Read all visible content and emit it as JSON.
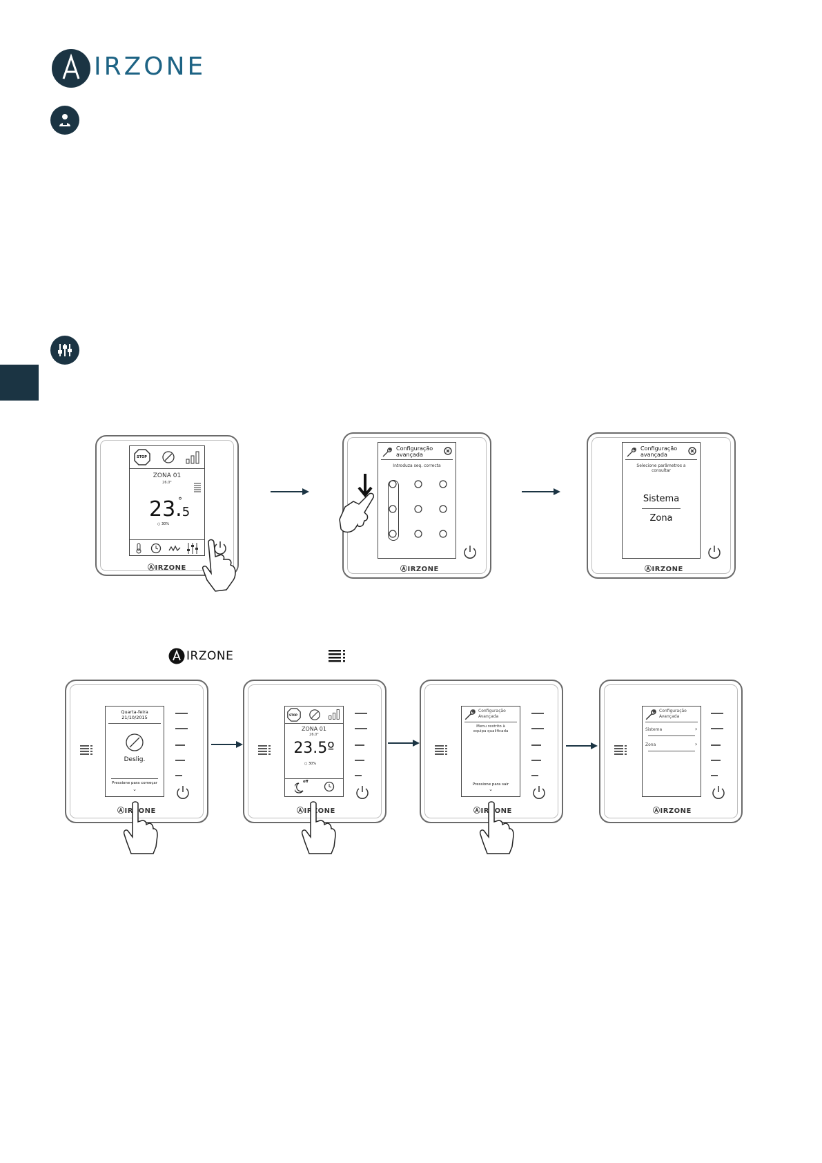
{
  "header": {
    "logo_letter": "A",
    "logo_text": "IRZONE"
  },
  "icons": {
    "user": "technician-icon",
    "settings": "sliders-icon"
  },
  "row1": {
    "d1": {
      "zone": "ZONA 01",
      "setpoint": "26.0°",
      "temp_int": "23.",
      "temp_dec": "5",
      "temp_deg": "°",
      "humidity": "30%",
      "brand": "IRZONE",
      "stop": "STOP"
    },
    "d2": {
      "title_1": "Configuração",
      "title_2": "avançada",
      "subtitle": "Introduza seq. correcta",
      "brand": "IRZONE"
    },
    "d3": {
      "title_1": "Configuração",
      "title_2": "avançada",
      "subtitle_1": "Selecione parâmetros a",
      "subtitle_2": "consultar",
      "item1": "Sistema",
      "item2": "Zona",
      "brand": "IRZONE"
    }
  },
  "row2_caption": {
    "logo_letter": "A",
    "logo_text": "IRZONE"
  },
  "row2": {
    "d1": {
      "day": "Quarta-feira",
      "date": "21/10/2015",
      "status": "Deslig.",
      "prompt": "Pressione para começar",
      "brand": "IRZONE"
    },
    "d2": {
      "zone": "ZONA 01",
      "setpoint": "26.0°",
      "temp": "23.5º",
      "humidity": "30%",
      "off": "off",
      "brand": "IRZONE",
      "stop": "STOP"
    },
    "d3": {
      "title_1": "Configuração",
      "title_2": "Avançada",
      "msg_1": "Menu restrito à",
      "msg_2": "equipa qualificada",
      "prompt": "Pressione para sair",
      "brand": "IRZONE"
    },
    "d4": {
      "title_1": "Configuração",
      "title_2": "Avançada",
      "item1": "Sistema",
      "item2": "Zona",
      "brand": "IRZONE"
    }
  },
  "colors": {
    "navy": "#1b3443",
    "brand_blue": "#1d6384",
    "arrow": "#1b3443"
  }
}
